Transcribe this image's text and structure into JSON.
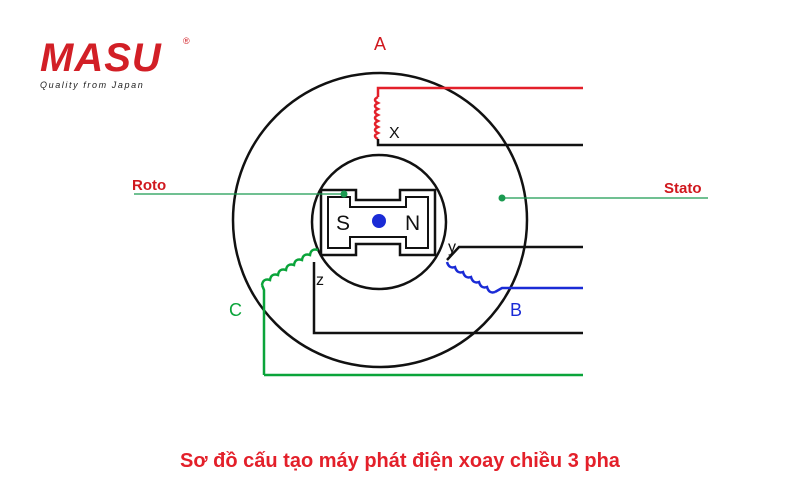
{
  "brand": {
    "name": "MASU",
    "registered": "®",
    "tagline": "Quality from Japan",
    "color": "#d21f26"
  },
  "diagram": {
    "labels": {
      "phase_a": "A",
      "phase_b": "B",
      "phase_c": "C",
      "end_x": "X",
      "end_y": "y",
      "end_z": "z",
      "rotor": "Roto",
      "stator": "Stato",
      "pole_s": "S",
      "pole_n": "N"
    },
    "colors": {
      "phase_a": "#e3202a",
      "phase_b": "#1a2bd6",
      "phase_c": "#0aa43a",
      "label_red": "#d0181e",
      "pointer": "#1a9a50",
      "outline": "#111111"
    }
  },
  "caption": "Sơ đồ cấu tạo máy phát điện xoay chiều 3 pha"
}
